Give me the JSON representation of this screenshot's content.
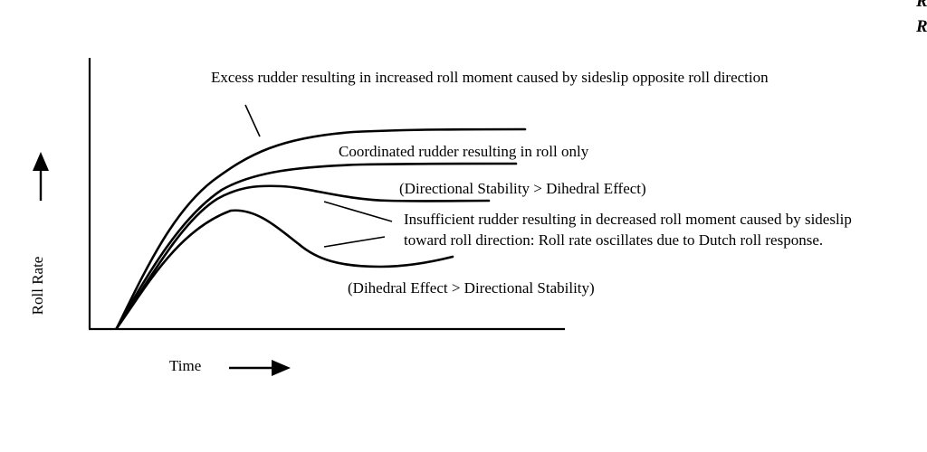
{
  "axes": {
    "ylabel": "Roll Rate",
    "xlabel": "Time"
  },
  "corner_text": [
    "R",
    "R"
  ],
  "annotations": {
    "excess": "Excess rudder resulting in increased roll moment caused by sideslip opposite roll direction",
    "coordinated": "Coordinated rudder resulting in roll only",
    "directional": "(Directional Stability > Dihedral Effect)",
    "insufficient_line1": "Insufficient rudder resulting in decreased roll moment caused by sideslip",
    "insufficient_line2": "toward roll direction:  Roll rate oscillates due to Dutch roll response.",
    "dihedral": "(Dihedral Effect > Directional Stability)"
  }
}
